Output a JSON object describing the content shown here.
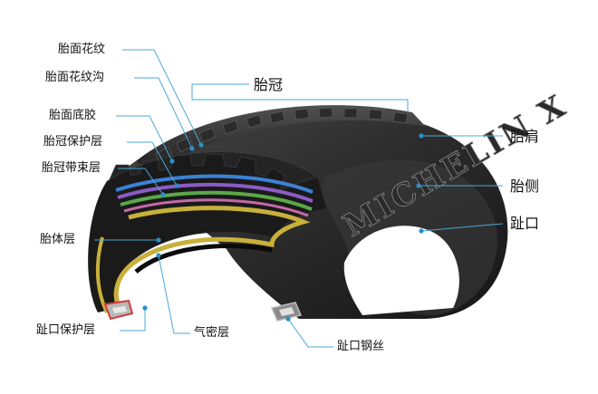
{
  "labels": {
    "tread_pattern": "胎面花纹",
    "tread_groove": "胎面花纹沟",
    "tread_base": "胎面底胶",
    "crown_protector": "胎冠保护层",
    "crown_belt": "胎冠带束层",
    "carcass": "胎体层",
    "bead_protector": "趾口保护层",
    "inner_liner": "气密层",
    "bead_wire": "趾口钢丝",
    "crown": "胎冠",
    "shoulder": "胎肩",
    "sidewall": "胎侧",
    "bead": "趾口"
  },
  "brand_text": "MICHELIN X",
  "colors": {
    "leader_line": "#4aa8d8",
    "leader_dot": "#2b8fc9",
    "rubber_dark": "#1c1c1c",
    "rubber_mid": "#3a3a3a",
    "belt_blue": "#3b82d6",
    "belt_purple": "#8c5bc7",
    "belt_green": "#5aa84a",
    "carcass_gold": "#c9b03a",
    "bead_red": "#d23b3b"
  }
}
